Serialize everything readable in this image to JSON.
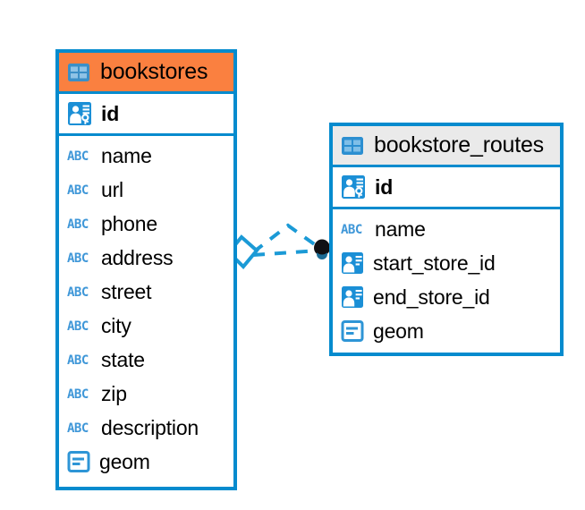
{
  "diagram": {
    "type": "entity-relationship-diagram",
    "background_color": "#FFFFFF",
    "accent_color": "#058BCE",
    "selected_color": "#FA8040",
    "header_color": "#EAEAEA"
  },
  "tables": [
    {
      "name": "bookstores",
      "selected": true,
      "header_icon": "table-icon",
      "primary_key": {
        "label": "id",
        "icon": "primary-key-icon"
      },
      "fields": [
        {
          "label": "name",
          "icon": "text-type-icon"
        },
        {
          "label": "url",
          "icon": "text-type-icon"
        },
        {
          "label": "phone",
          "icon": "text-type-icon"
        },
        {
          "label": "address",
          "icon": "text-type-icon"
        },
        {
          "label": "street",
          "icon": "text-type-icon"
        },
        {
          "label": "city",
          "icon": "text-type-icon"
        },
        {
          "label": "state",
          "icon": "text-type-icon"
        },
        {
          "label": "zip",
          "icon": "text-type-icon"
        },
        {
          "label": "description",
          "icon": "text-type-icon"
        },
        {
          "label": "geom",
          "icon": "geometry-type-icon"
        }
      ]
    },
    {
      "name": "bookstore_routes",
      "selected": false,
      "header_icon": "table-icon",
      "primary_key": {
        "label": "id",
        "icon": "primary-key-icon"
      },
      "fields": [
        {
          "label": "name",
          "icon": "text-type-icon"
        },
        {
          "label": "start_store_id",
          "icon": "foreign-key-icon"
        },
        {
          "label": "end_store_id",
          "icon": "foreign-key-icon"
        },
        {
          "label": "geom",
          "icon": "geometry-type-icon"
        }
      ]
    }
  ],
  "relationship": {
    "from_table": "bookstores",
    "to_table": "bookstore_routes",
    "line_style": "dashed",
    "line_color": "#1B9AD6",
    "source_marker": "diamond",
    "target_marker": "filled-circle",
    "target_marker_color": "#101014"
  }
}
